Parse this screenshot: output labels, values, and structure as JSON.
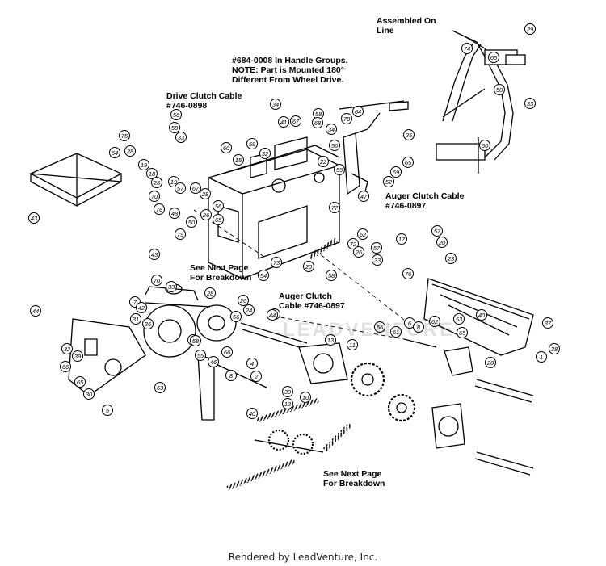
{
  "annotations": {
    "assembled_on_line": "Assembled On\nLine",
    "handle_groups_note": "#684-0008 In Handle Groups.\nNOTE: Part is Mounted 180°\nDifferent From Wheel Drive.",
    "drive_clutch_cable": "Drive Clutch Cable\n#746-0898",
    "auger_clutch_cable_upper": "Auger Clutch Cable\n#746-0897",
    "auger_clutch_cable_lower": "Auger Clutch\nCable #746-0897",
    "see_next_page_upper": "See Next Page\nFor Breakdown",
    "see_next_page_lower": "See Next Page\nFor Breakdown"
  },
  "watermark": "LEADVENTURE",
  "footer": "Rendered by LeadVenture, Inc.",
  "callouts": [
    "29",
    "74",
    "65",
    "33",
    "50",
    "66",
    "64",
    "25",
    "78",
    "65",
    "69",
    "52",
    "58",
    "67",
    "56",
    "22",
    "77",
    "57",
    "20",
    "23",
    "62",
    "17",
    "57",
    "72",
    "26",
    "76",
    "33",
    "58",
    "20",
    "73",
    "54",
    "75",
    "56",
    "58",
    "33",
    "28",
    "19",
    "18",
    "28",
    "19",
    "57",
    "70",
    "78",
    "48",
    "67",
    "28",
    "56",
    "26",
    "65",
    "34",
    "41",
    "68",
    "34",
    "59",
    "47",
    "32",
    "59",
    "15",
    "60",
    "50",
    "79",
    "64",
    "43",
    "43",
    "70",
    "33",
    "7",
    "31",
    "42",
    "36",
    "28",
    "26",
    "24",
    "56",
    "51",
    "62",
    "55",
    "46",
    "58",
    "44",
    "32",
    "39",
    "66",
    "65",
    "30",
    "5",
    "63",
    "66",
    "8",
    "4",
    "2",
    "44",
    "39",
    "40",
    "12",
    "10",
    "13",
    "11",
    "56",
    "61",
    "6",
    "8",
    "62",
    "53",
    "65",
    "20",
    "40",
    "37",
    "38",
    "1"
  ]
}
